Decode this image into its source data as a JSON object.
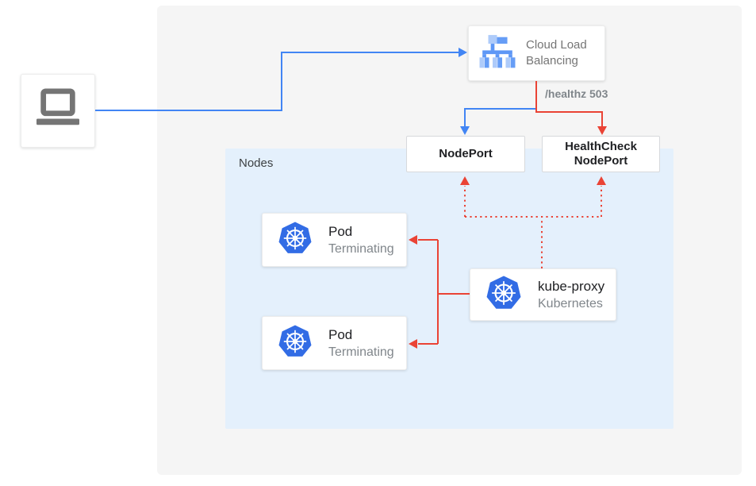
{
  "diagram": {
    "nodes_group": {
      "label": "Nodes"
    },
    "cloud_load_balancing": {
      "label": "Cloud Load Balancing"
    },
    "healthz_badge": "/healthz 503",
    "nodeport": {
      "label": "NodePort"
    },
    "healthcheck_nodeport": {
      "line1": "HealthCheck",
      "line2": "NodePort"
    },
    "pod_terminating_1": {
      "title": "Pod",
      "subtitle": "Terminating"
    },
    "pod_terminating_2": {
      "title": "Pod",
      "subtitle": "Terminating"
    },
    "kube_proxy": {
      "title": "kube-proxy",
      "subtitle": "Kubernetes"
    },
    "icons": {
      "client": "laptop-icon",
      "load_balancer": "cloud-load-balancing-icon",
      "pods_and_proxy": "kubernetes-icon"
    },
    "colors": {
      "traffic_blue": "#4285F4",
      "health_red": "#EA4335",
      "kubernetes_blue": "#326CE5",
      "panel_bg": "#F5F5F5",
      "nodes_bg": "#E4F0FC",
      "icon_blue_light": "#AECBFA",
      "icon_blue_mid": "#669DF6",
      "laptop_gray": "#757575"
    }
  }
}
